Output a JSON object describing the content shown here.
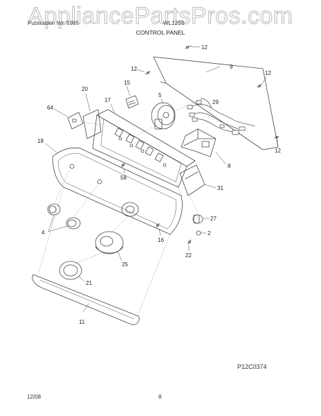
{
  "watermark": "AppliancePartsPros.com",
  "header": {
    "left_text": "Publication No. 5995",
    "right_text": "WL12S5",
    "title": "CONTROL PANEL"
  },
  "callouts": {
    "c12a": "12",
    "c9": "9",
    "c12b": "12",
    "c12c": "12",
    "c15": "15",
    "c20": "20",
    "c5": "5",
    "c17": "17",
    "c29": "29",
    "c64": "64",
    "c12d": "12",
    "c18": "18",
    "c8": "8",
    "c58": "58",
    "c31": "31",
    "c27": "27",
    "c4": "4",
    "c2": "2",
    "c16": "16",
    "c22": "22",
    "c25": "25",
    "c21": "21",
    "c11": "11"
  },
  "footer": {
    "code": "P12C0374",
    "date": "12/08",
    "page": "8"
  }
}
